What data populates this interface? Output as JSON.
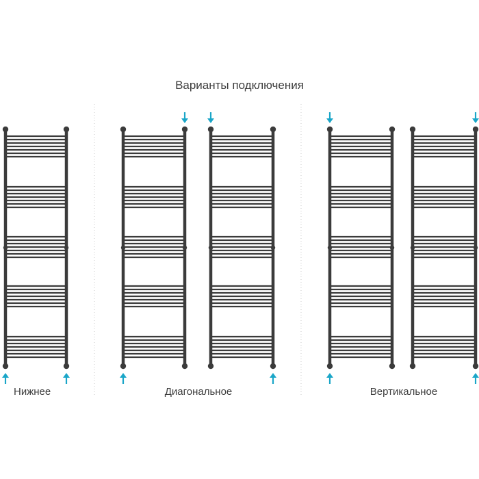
{
  "title": "Варианты подключения",
  "connection_types": [
    {
      "label": "Нижнее",
      "feeds": [
        "bottom-left",
        "bottom-right"
      ]
    },
    {
      "label": "Диагональное",
      "feeds": [
        "top-right",
        "bottom-left"
      ]
    },
    {
      "label": "Диагональное",
      "feeds": [
        "top-left",
        "bottom-right"
      ]
    },
    {
      "label": "Вертикальное",
      "feeds": [
        "top-left",
        "bottom-left"
      ]
    },
    {
      "label": "Вертикальное",
      "feeds": [
        "top-right",
        "bottom-right"
      ]
    }
  ],
  "colors": {
    "rail": "#3b3b3b",
    "arrow": "#1aa6c8",
    "text": "#3d3d3d",
    "divider": "#c8c8c8"
  }
}
